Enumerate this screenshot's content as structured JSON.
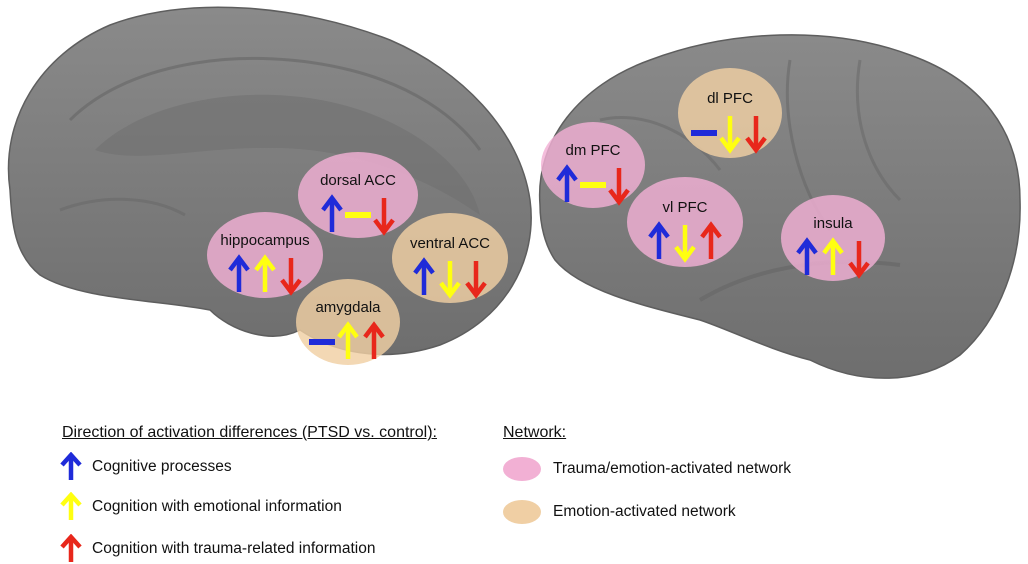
{
  "colors": {
    "cognitive": "#1f2bd9",
    "emotional": "#ffff10",
    "trauma": "#e8271b",
    "trauma_emotion_network": "#f2b0d4",
    "emotion_network": "#f0cfa4",
    "brain": "#7d7d7d"
  },
  "regions": [
    {
      "id": "dorsal-acc",
      "label": "dorsal ACC",
      "network": "trauma_emotion_network",
      "cognitive": "up",
      "emotional": "none",
      "trauma": "down"
    },
    {
      "id": "hippocampus",
      "label": "hippocampus",
      "network": "trauma_emotion_network",
      "cognitive": "up",
      "emotional": "up",
      "trauma": "down"
    },
    {
      "id": "ventral-acc",
      "label": "ventral ACC",
      "network": "emotion_network",
      "cognitive": "up",
      "emotional": "down",
      "trauma": "down"
    },
    {
      "id": "amygdala",
      "label": "amygdala",
      "network": "emotion_network",
      "cognitive": "none",
      "emotional": "up",
      "trauma": "up"
    },
    {
      "id": "dl-pfc",
      "label": "dl PFC",
      "network": "emotion_network",
      "cognitive": "none",
      "emotional": "down",
      "trauma": "down"
    },
    {
      "id": "dm-pfc",
      "label": "dm PFC",
      "network": "trauma_emotion_network",
      "cognitive": "up",
      "emotional": "none",
      "trauma": "down"
    },
    {
      "id": "vl-pfc",
      "label": "vl PFC",
      "network": "trauma_emotion_network",
      "cognitive": "up",
      "emotional": "down",
      "trauma": "up"
    },
    {
      "id": "insula",
      "label": "insula",
      "network": "trauma_emotion_network",
      "cognitive": "up",
      "emotional": "up",
      "trauma": "down"
    }
  ],
  "legend": {
    "direction_title": "Direction of activation differences (PTSD vs. control):",
    "direction_items": [
      {
        "key": "cognitive",
        "label": "Cognitive processes"
      },
      {
        "key": "emotional",
        "label": "Cognition with emotional information"
      },
      {
        "key": "trauma",
        "label": "Cognition with trauma-related information"
      }
    ],
    "network_title": "Network:",
    "network_items": [
      {
        "key": "trauma_emotion_network",
        "label": "Trauma/emotion-activated network"
      },
      {
        "key": "emotion_network",
        "label": "Emotion-activated network"
      }
    ]
  }
}
